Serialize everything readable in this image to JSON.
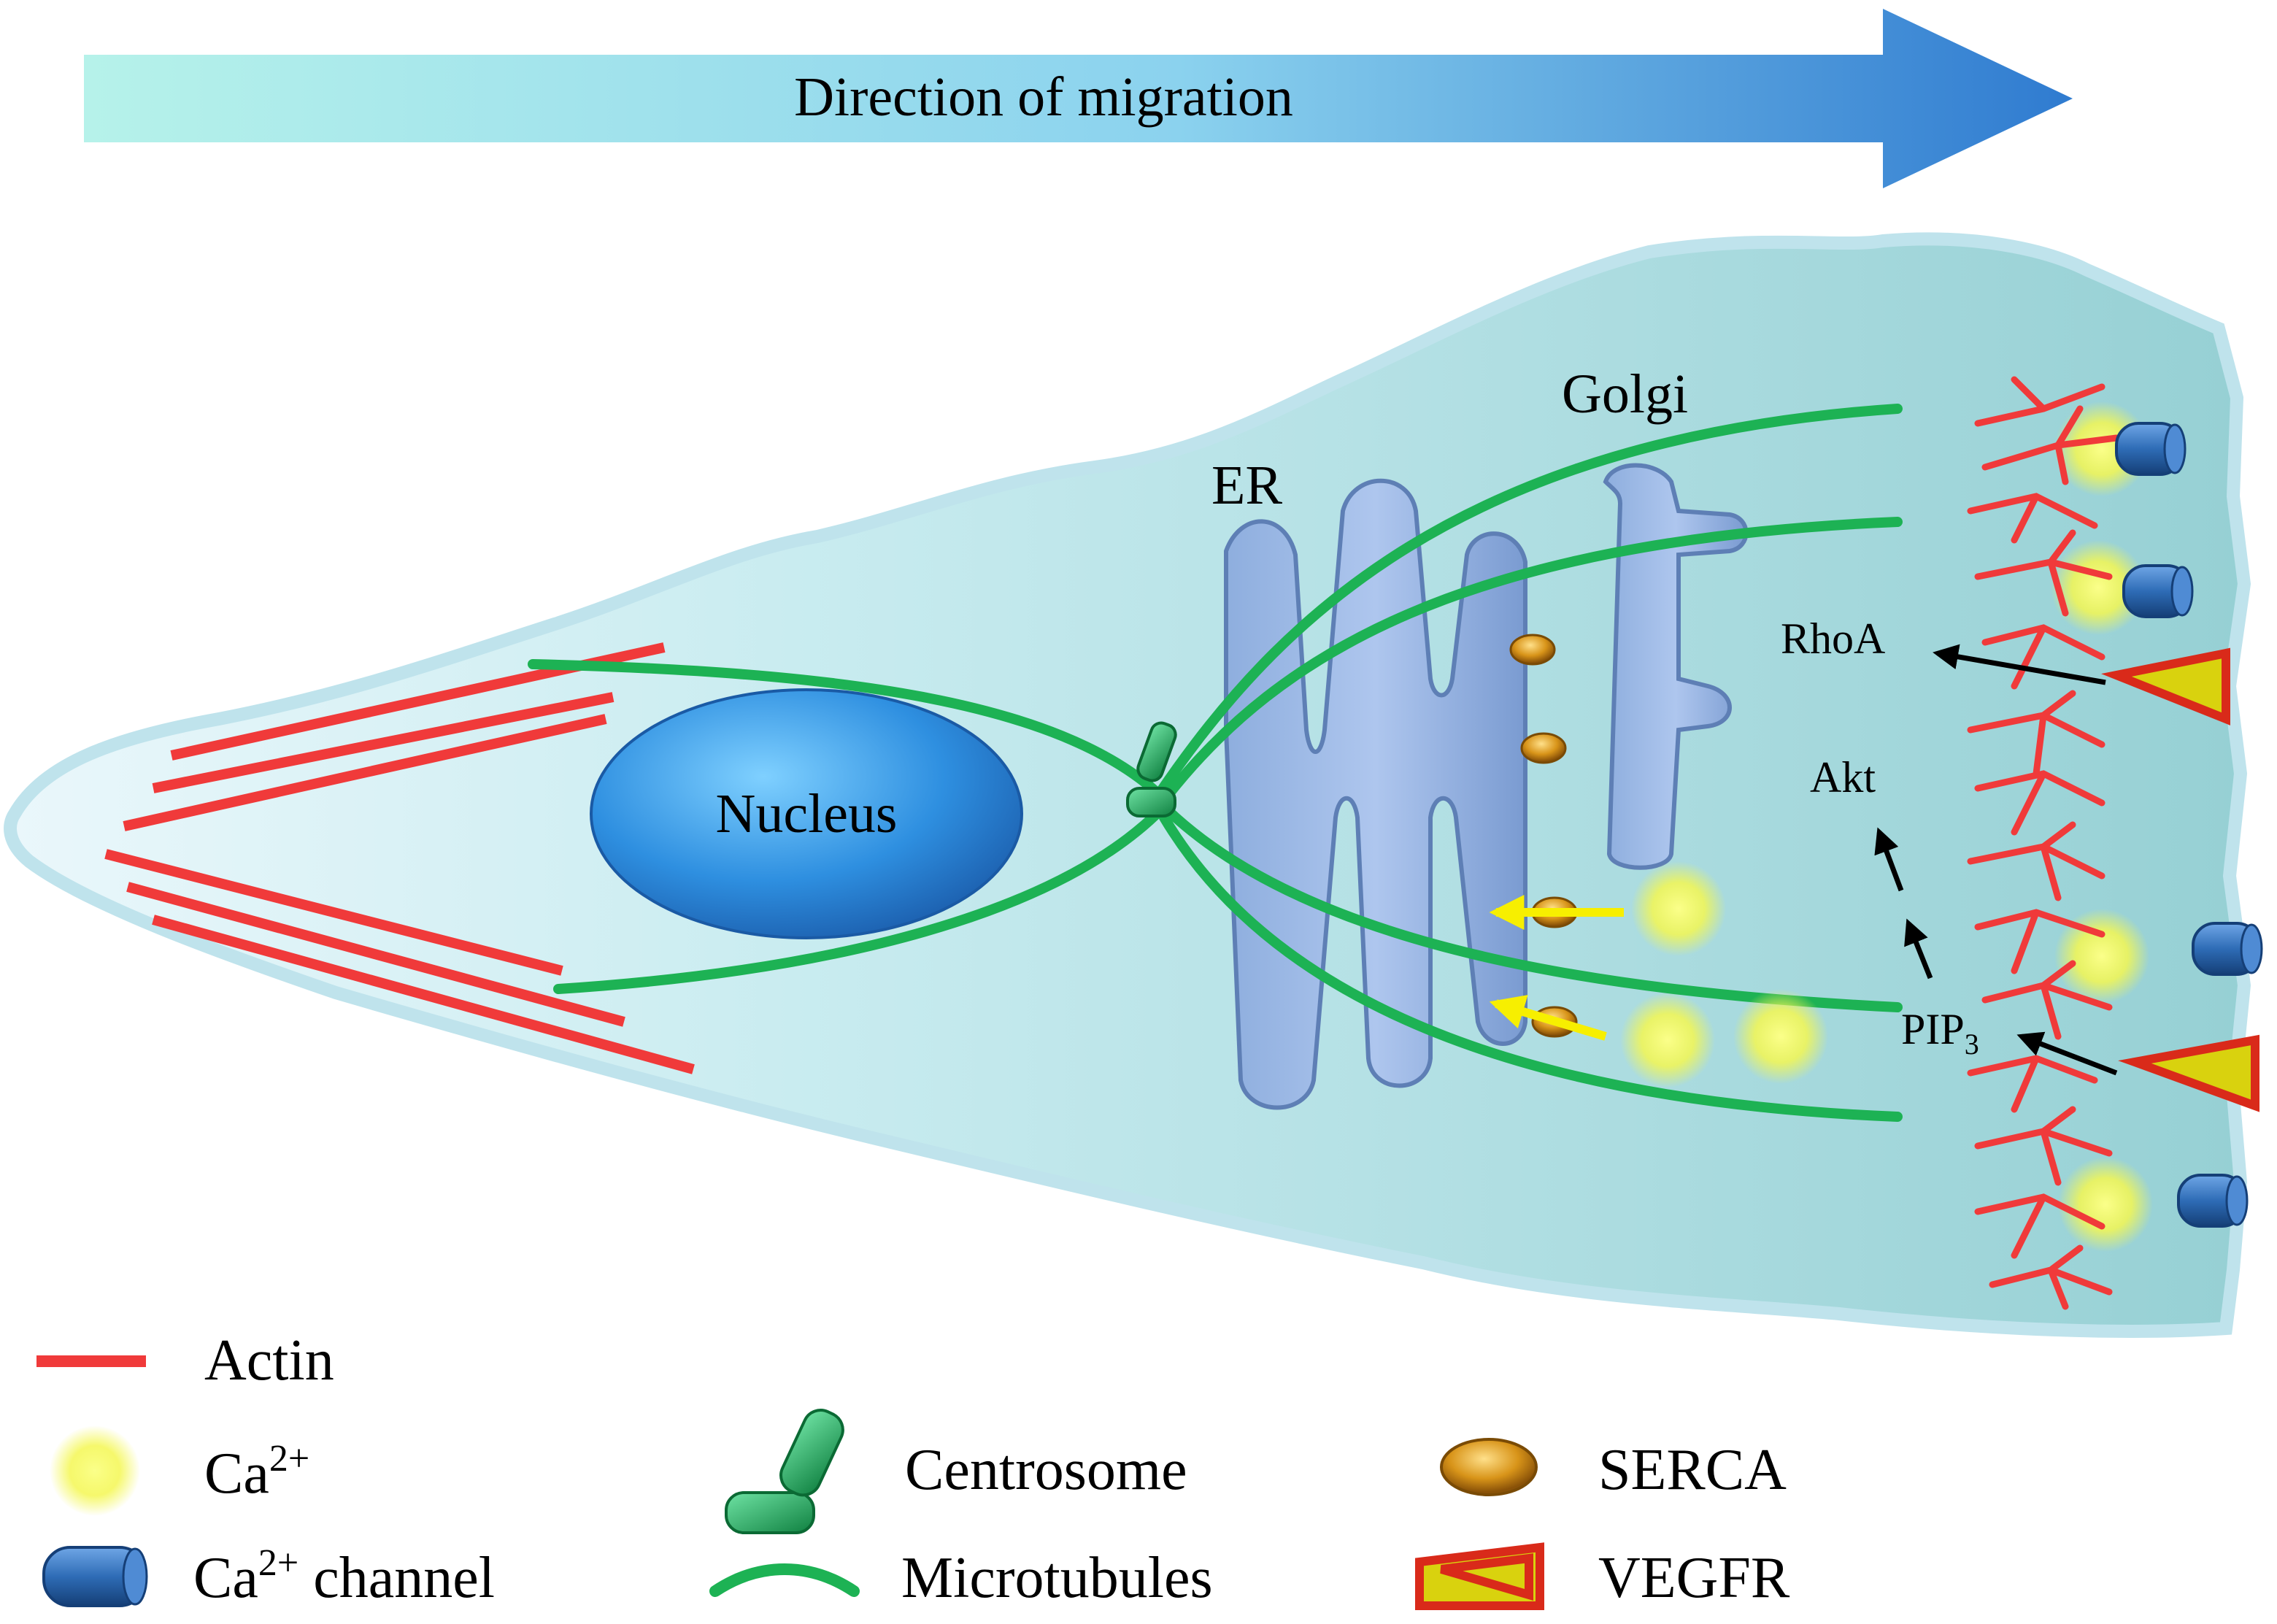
{
  "banner": {
    "text": "Direction of migration"
  },
  "cell": {
    "labels": {
      "nucleus": "Nucleus",
      "er": "ER",
      "golgi": "Golgi",
      "rhoa": "RhoA",
      "akt": "Akt",
      "pip3_base": "PIP",
      "pip3_sub": "3"
    }
  },
  "legend": {
    "actin": "Actin",
    "ca_base": "Ca",
    "ca_sup": "2+",
    "channel_base": "Ca",
    "channel_sup": "2+",
    "channel_suffix": " channel",
    "centrosome": "Centrosome",
    "microtubules": "Microtubules",
    "serca": "SERCA",
    "vegfr": "VEGFR"
  },
  "colors": {
    "actin": "#f03a3a",
    "microtubule": "#1db254",
    "calcium": "#f6f94a",
    "channel": "#2f6eb5",
    "serca": "#c98412",
    "vegfr_fill": "#d9d20e",
    "vegfr_border": "#d92a1a",
    "arrow_yellow": "#f7ef00",
    "cell_body": "#a8dde0",
    "banner_start": "#b3f0ea",
    "banner_end": "#2f7fd2"
  }
}
